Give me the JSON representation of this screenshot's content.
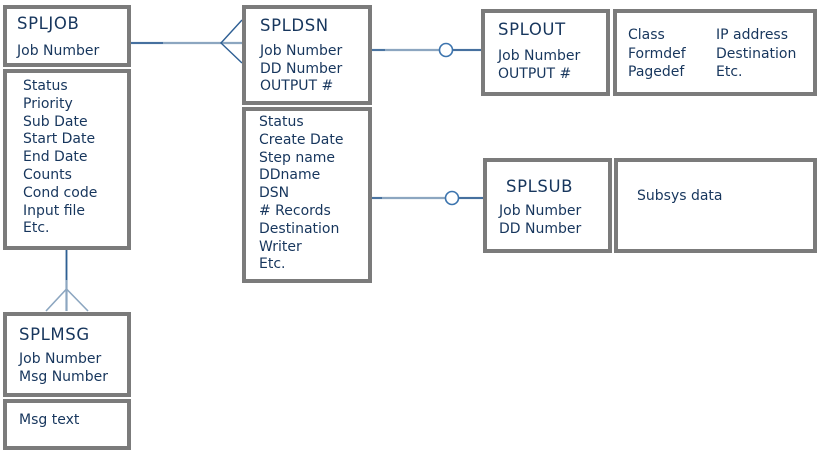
{
  "colors": {
    "box_border": "#7b7b7b",
    "text": "#17365d",
    "connector_light": "#8ca6c0",
    "connector_dark": "#2e5f94",
    "circle_outline": "#3c74ae"
  },
  "entities": {
    "spljob": {
      "title": "SPLJOB",
      "keys": [
        "Job Number"
      ],
      "attributes": [
        "Status",
        "Priority",
        "Sub Date",
        "Start Date",
        "End Date",
        "Counts",
        "Cond code",
        "Input file",
        "Etc."
      ]
    },
    "spldsn": {
      "title": "SPLDSN",
      "keys": [
        "Job Number",
        "DD Number",
        "OUTPUT #"
      ],
      "attributes": [
        "Status",
        "Create Date",
        "Step name",
        "DDname",
        "DSN",
        "# Records",
        "Destination",
        "Writer",
        "Etc."
      ]
    },
    "splout": {
      "title": "SPLOUT",
      "keys": [
        "Job Number",
        "OUTPUT #"
      ],
      "attributes_col1": [
        "Class",
        "Formdef",
        "Pagedef"
      ],
      "attributes_col2": [
        "IP address",
        "Destination",
        "Etc."
      ]
    },
    "splsub": {
      "title": "SPLSUB",
      "keys": [
        "Job Number",
        "DD Number"
      ],
      "attributes": [
        "Subsys data"
      ]
    },
    "splmsg": {
      "title": "SPLMSG",
      "keys": [
        "Job Number",
        "Msg Number"
      ],
      "attributes": [
        "Msg text"
      ]
    }
  },
  "relationships": [
    {
      "from": "SPLJOB",
      "to": "SPLDSN",
      "to_end": "crow-foot-many"
    },
    {
      "from": "SPLDSN",
      "to": "SPLOUT",
      "marker": "optional-circle"
    },
    {
      "from": "SPLDSN",
      "to": "SPLSUB",
      "marker": "optional-circle"
    },
    {
      "from": "SPLJOB",
      "to": "SPLMSG",
      "to_end": "crow-foot-many"
    }
  ]
}
